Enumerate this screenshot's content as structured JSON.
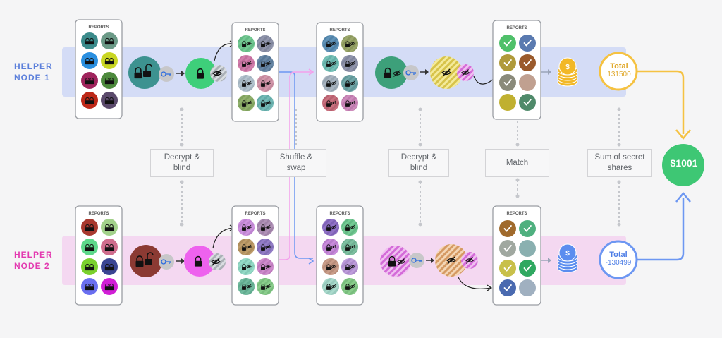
{
  "nodes": [
    {
      "label_line1": "HELPER",
      "label_line2": "NODE 1",
      "color": "#5b7fdb",
      "band_color": "#d4dcf6"
    },
    {
      "label_line1": "HELPER",
      "label_line2": "NODE 2",
      "color": "#e33ab0",
      "band_color": "#f4d8f1"
    }
  ],
  "reports_label": "REPORTS",
  "steps": [
    {
      "line1": "Decrypt &",
      "line2": "blind"
    },
    {
      "line1": "Shuffle &",
      "line2": "swap"
    },
    {
      "line1": "Decrypt &",
      "line2": "blind"
    },
    {
      "line1": "Match",
      "line2": ""
    },
    {
      "line1": "Sum of secret",
      "line2": "shares"
    }
  ],
  "totals": [
    {
      "label": "Total",
      "value": "131500",
      "color": "#f5c242"
    },
    {
      "label": "Total",
      "value": "-130499",
      "color": "#6d97f2"
    }
  ],
  "coin_symbol": "$",
  "result": {
    "value": "$1001",
    "color": "#3ec774"
  },
  "icons": [
    "lock-icon",
    "key-icon",
    "eye-slash-icon",
    "check-icon",
    "arrow-icon",
    "coin-stack-icon"
  ]
}
